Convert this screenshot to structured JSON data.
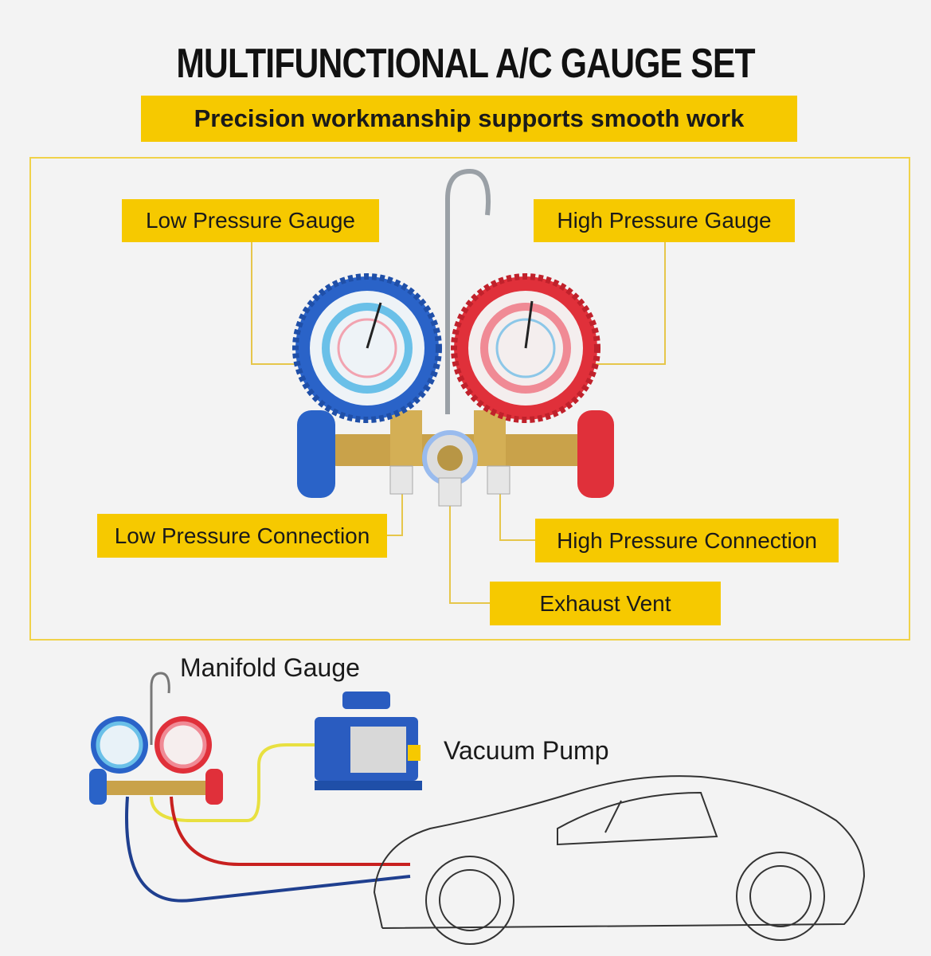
{
  "header": {
    "title": "MULTIFUNCTIONAL A/C GAUGE SET",
    "subtitle": "Precision workmanship supports smooth work"
  },
  "callouts": {
    "low_gauge": "Low Pressure Gauge",
    "high_gauge": "High Pressure Gauge",
    "low_connection": "Low Pressure Connection",
    "high_connection": "High Pressure Connection",
    "exhaust_vent": "Exhaust Vent"
  },
  "usage": {
    "manifold_label": "Manifold Gauge",
    "pump_label": "Vacuum Pump"
  },
  "colors": {
    "accent_yellow": "#f6c900",
    "low_side_blue": "#2a63c8",
    "high_side_red": "#e0303a",
    "brass": "#c9a24a"
  }
}
